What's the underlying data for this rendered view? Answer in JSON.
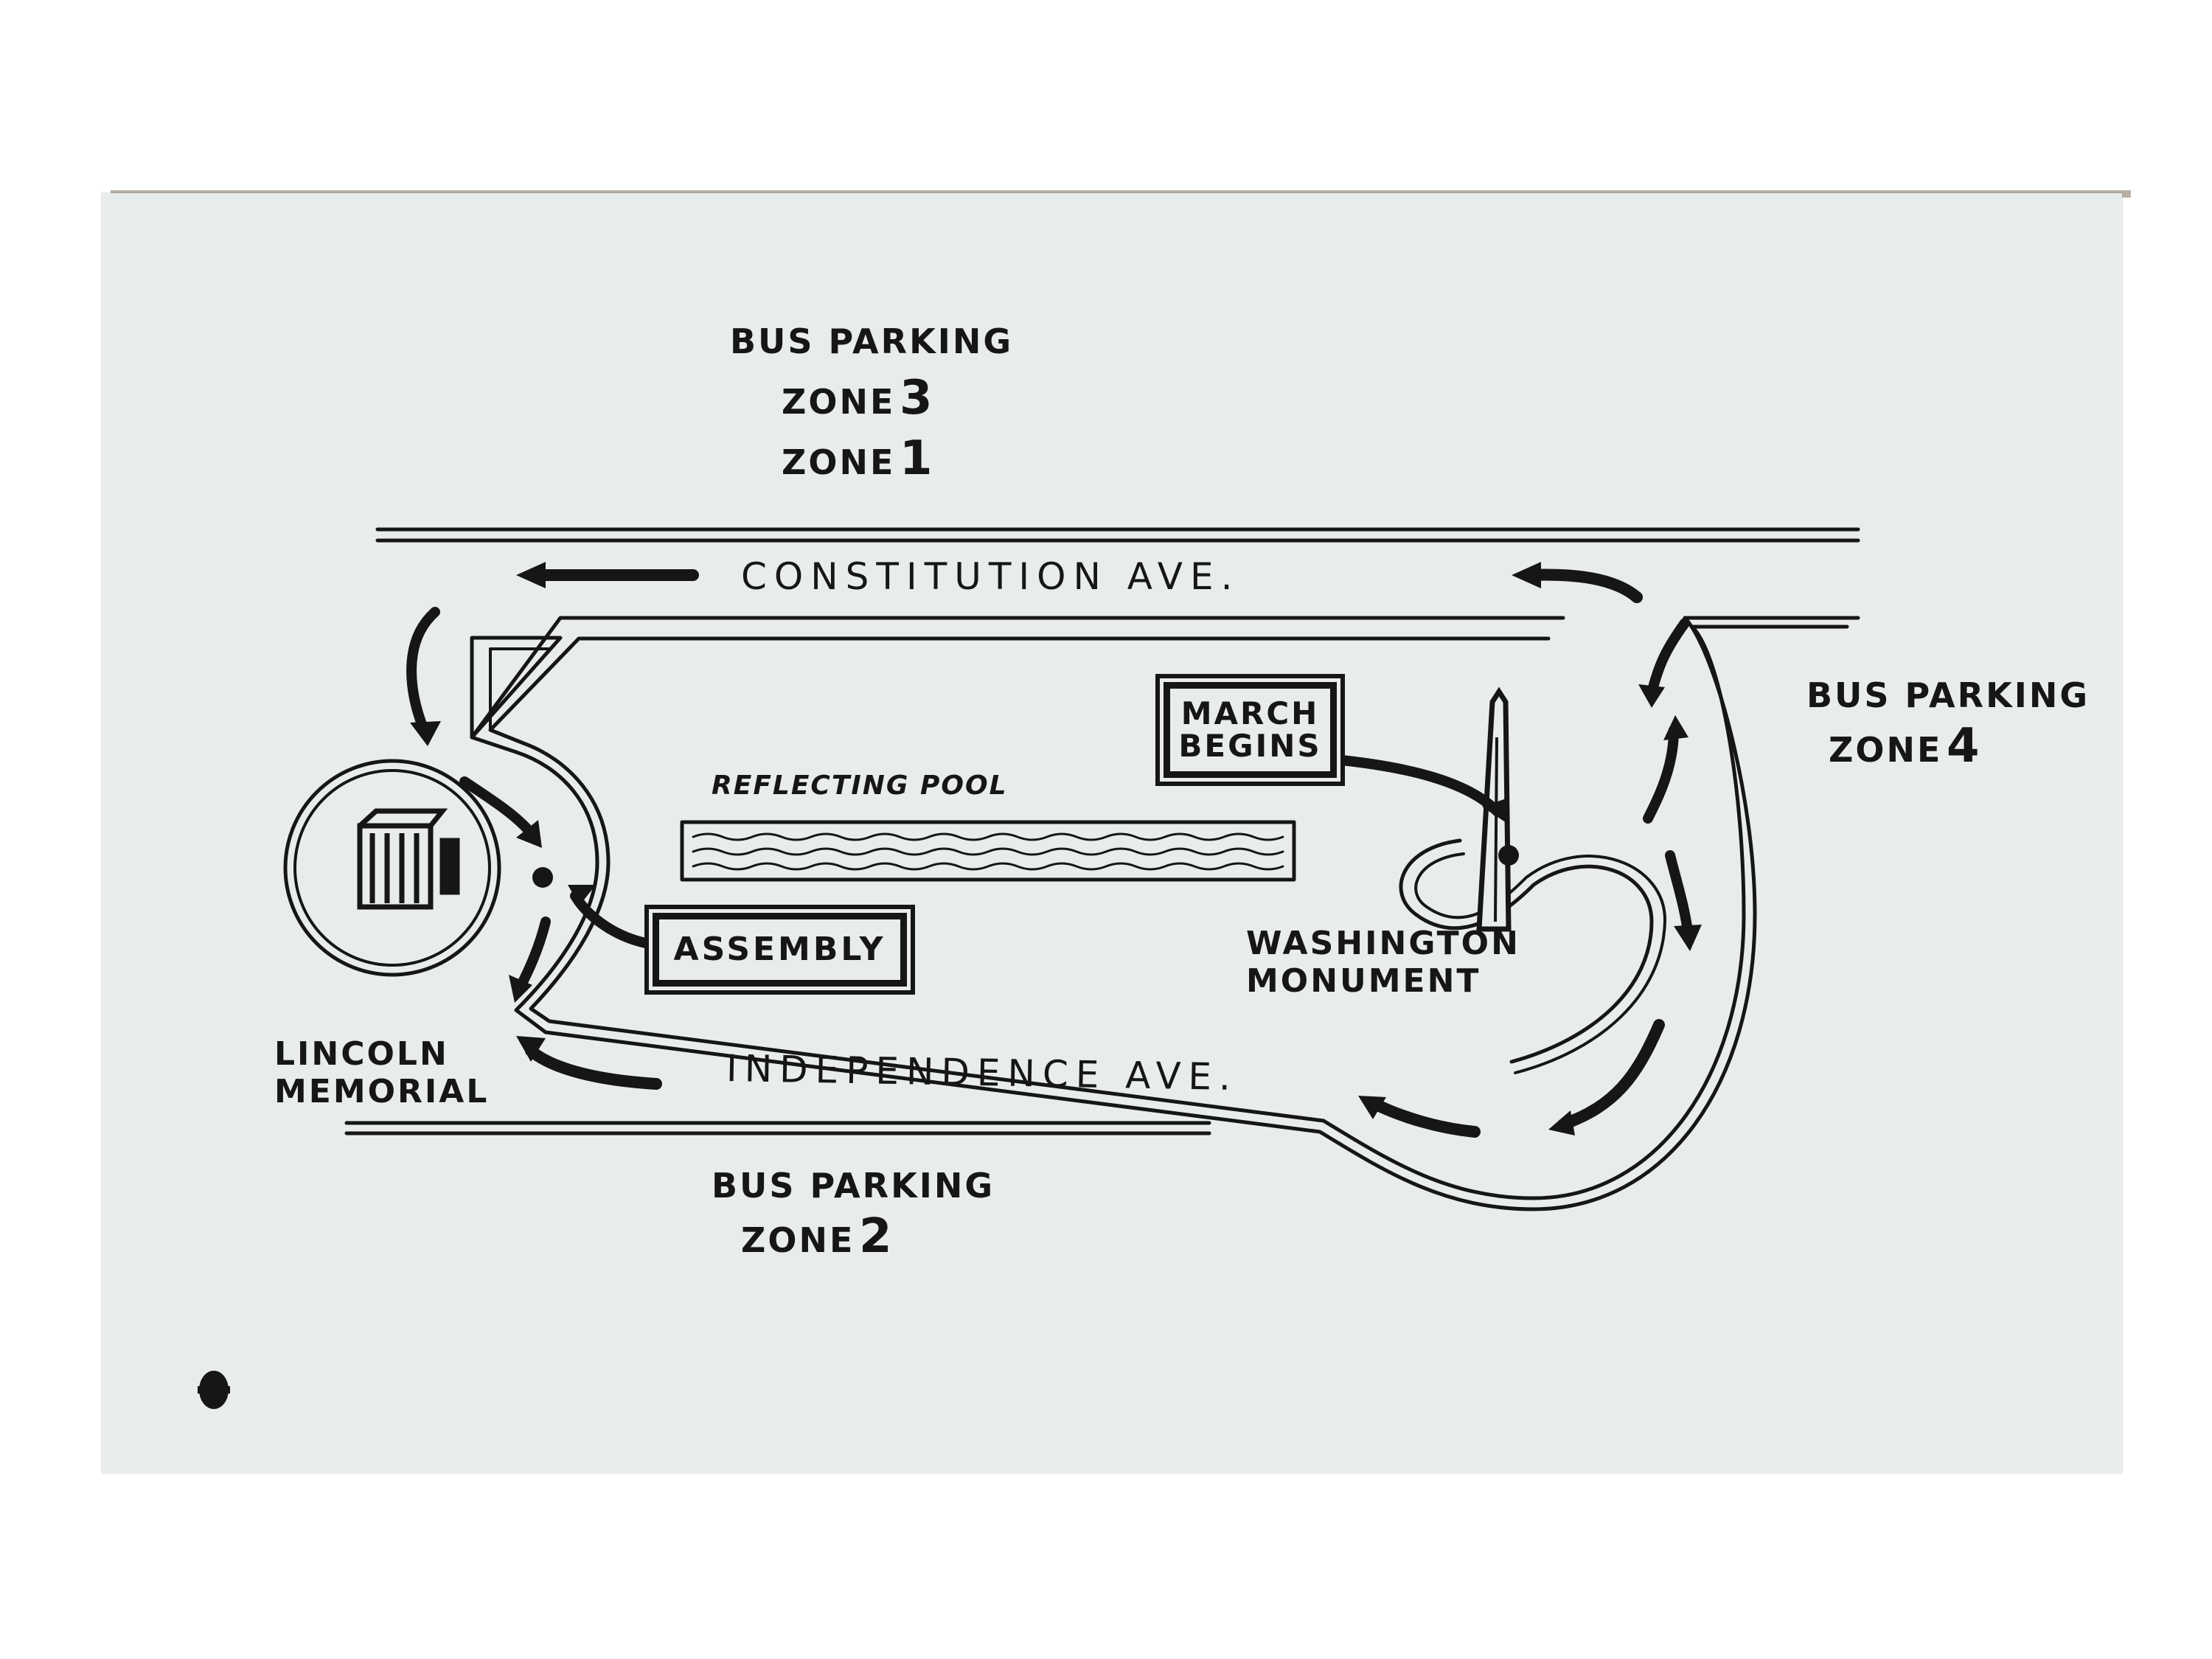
{
  "map": {
    "roads": {
      "constitution": "CONSTITUTION AVE.",
      "independence": "INDEPENDENCE AVE."
    },
    "landmarks": {
      "lincoln_line1": "LINCOLN",
      "lincoln_line2": "MEMORIAL",
      "washington_line1": "WASHINGTON",
      "washington_line2": "MONUMENT",
      "reflecting_pool": "REFLECTING POOL"
    },
    "boxes": {
      "march_line1": "MARCH",
      "march_line2": "BEGINS",
      "assembly": "ASSEMBLY"
    },
    "bus_parking": {
      "north": {
        "title": "BUS PARKING",
        "line1": "ZONE",
        "digit1": "3",
        "line2": "ZONE",
        "digit2": "1"
      },
      "east": {
        "title": "BUS PARKING",
        "line1": "ZONE",
        "digit1": "4"
      },
      "south": {
        "title": "BUS PARKING",
        "line1": "ZONE",
        "digit1": "2"
      }
    }
  },
  "colors": {
    "ink": "#161616",
    "paper": "#e9ecec"
  }
}
